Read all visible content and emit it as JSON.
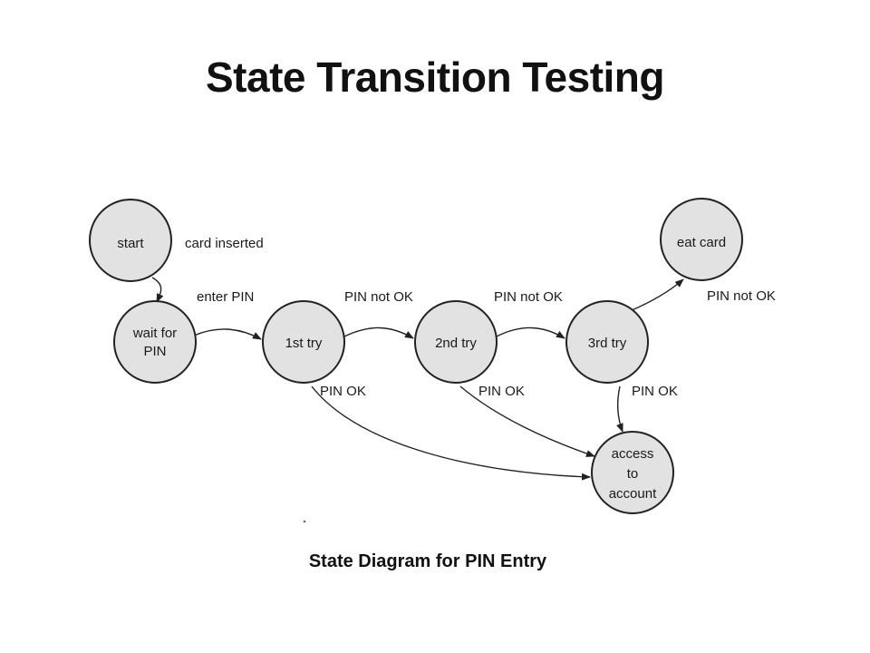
{
  "title": "State Transition Testing",
  "caption": "State Diagram for PIN Entry",
  "states": {
    "start": [
      "start"
    ],
    "wait_for_pin": [
      "wait for",
      "PIN"
    ],
    "try1": [
      "1st try"
    ],
    "try2": [
      "2nd try"
    ],
    "try3": [
      "3rd try"
    ],
    "eat_card": [
      "eat card"
    ],
    "access": [
      "access",
      "to",
      "account"
    ]
  },
  "transitions": {
    "card_inserted": "card inserted",
    "enter_pin": "enter PIN",
    "pin_not_ok_1": "PIN not OK",
    "pin_not_ok_2": "PIN not OK",
    "pin_not_ok_3": "PIN not OK",
    "pin_ok_1": "PIN OK",
    "pin_ok_2": "PIN OK",
    "pin_ok_3": "PIN OK"
  }
}
